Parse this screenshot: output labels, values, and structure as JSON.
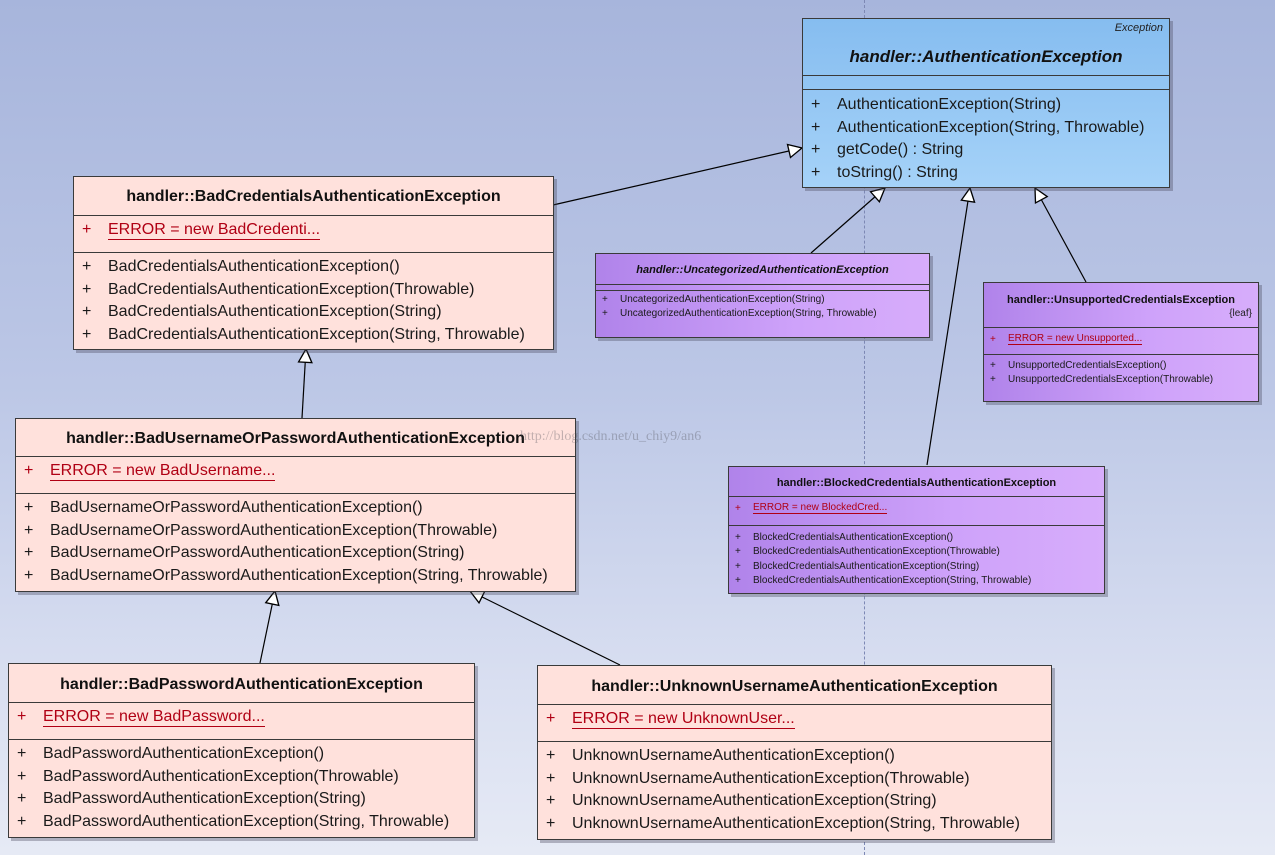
{
  "watermark": "http://blog.csdn.net/u_chiy9/an6",
  "auth": {
    "stereotype": "Exception",
    "title": "handler::AuthenticationException",
    "ops": [
      "AuthenticationException(String)",
      "AuthenticationException(String, Throwable)",
      "getCode() : String",
      "toString() : String"
    ]
  },
  "badCred": {
    "title": "handler::BadCredentialsAuthenticationException",
    "attr": "ERROR = new BadCredenti...",
    "ops": [
      "BadCredentialsAuthenticationException()",
      "BadCredentialsAuthenticationException(Throwable)",
      "BadCredentialsAuthenticationException(String)",
      "BadCredentialsAuthenticationException(String, Throwable)"
    ]
  },
  "uncat": {
    "title": "handler::UncategorizedAuthenticationException",
    "ops": [
      "UncategorizedAuthenticationException(String)",
      "UncategorizedAuthenticationException(String, Throwable)"
    ]
  },
  "unsup": {
    "title": "handler::UnsupportedCredentialsException",
    "leaf": "{leaf}",
    "attr": "ERROR = new Unsupported...",
    "ops": [
      "UnsupportedCredentialsException()",
      "UnsupportedCredentialsException(Throwable)"
    ]
  },
  "badUser": {
    "title": "handler::BadUsernameOrPasswordAuthenticationException",
    "attr": "ERROR = new BadUsername...",
    "ops": [
      "BadUsernameOrPasswordAuthenticationException()",
      "BadUsernameOrPasswordAuthenticationException(Throwable)",
      "BadUsernameOrPasswordAuthenticationException(String)",
      "BadUsernameOrPasswordAuthenticationException(String, Throwable)"
    ]
  },
  "blocked": {
    "title": "handler::BlockedCredentialsAuthenticationException",
    "attr": "ERROR = new BlockedCred...",
    "ops": [
      "BlockedCredentialsAuthenticationException()",
      "BlockedCredentialsAuthenticationException(Throwable)",
      "BlockedCredentialsAuthenticationException(String)",
      "BlockedCredentialsAuthenticationException(String, Throwable)"
    ]
  },
  "badPass": {
    "title": "handler::BadPasswordAuthenticationException",
    "attr": "ERROR = new BadPassword...",
    "ops": [
      "BadPasswordAuthenticationException()",
      "BadPasswordAuthenticationException(Throwable)",
      "BadPasswordAuthenticationException(String)",
      "BadPasswordAuthenticationException(String, Throwable)"
    ]
  },
  "unknown": {
    "title": "handler::UnknownUsernameAuthenticationException",
    "attr": "ERROR = new UnknownUser...",
    "ops": [
      "UnknownUsernameAuthenticationException()",
      "UnknownUsernameAuthenticationException(Throwable)",
      "UnknownUsernameAuthenticationException(String)",
      "UnknownUsernameAuthenticationException(String, Throwable)"
    ]
  },
  "visibility": "+"
}
